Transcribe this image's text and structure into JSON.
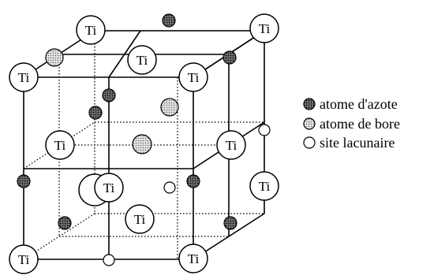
{
  "atom_label": "Ti",
  "legend": {
    "nitrogen": "atome d'azote",
    "boron": "atome de bore",
    "vacancy": "site lacunaire"
  },
  "colors": {
    "line": "#000000",
    "nitrogen_fill": "#6a6a6a",
    "boron_fill": "#d4d4d4",
    "vacancy_fill": "#ffffff",
    "ti_fill": "#ffffff"
  },
  "icons": {
    "nitrogen": "dark-dotted-circle",
    "boron": "light-dotted-circle",
    "vacancy": "open-circle"
  }
}
